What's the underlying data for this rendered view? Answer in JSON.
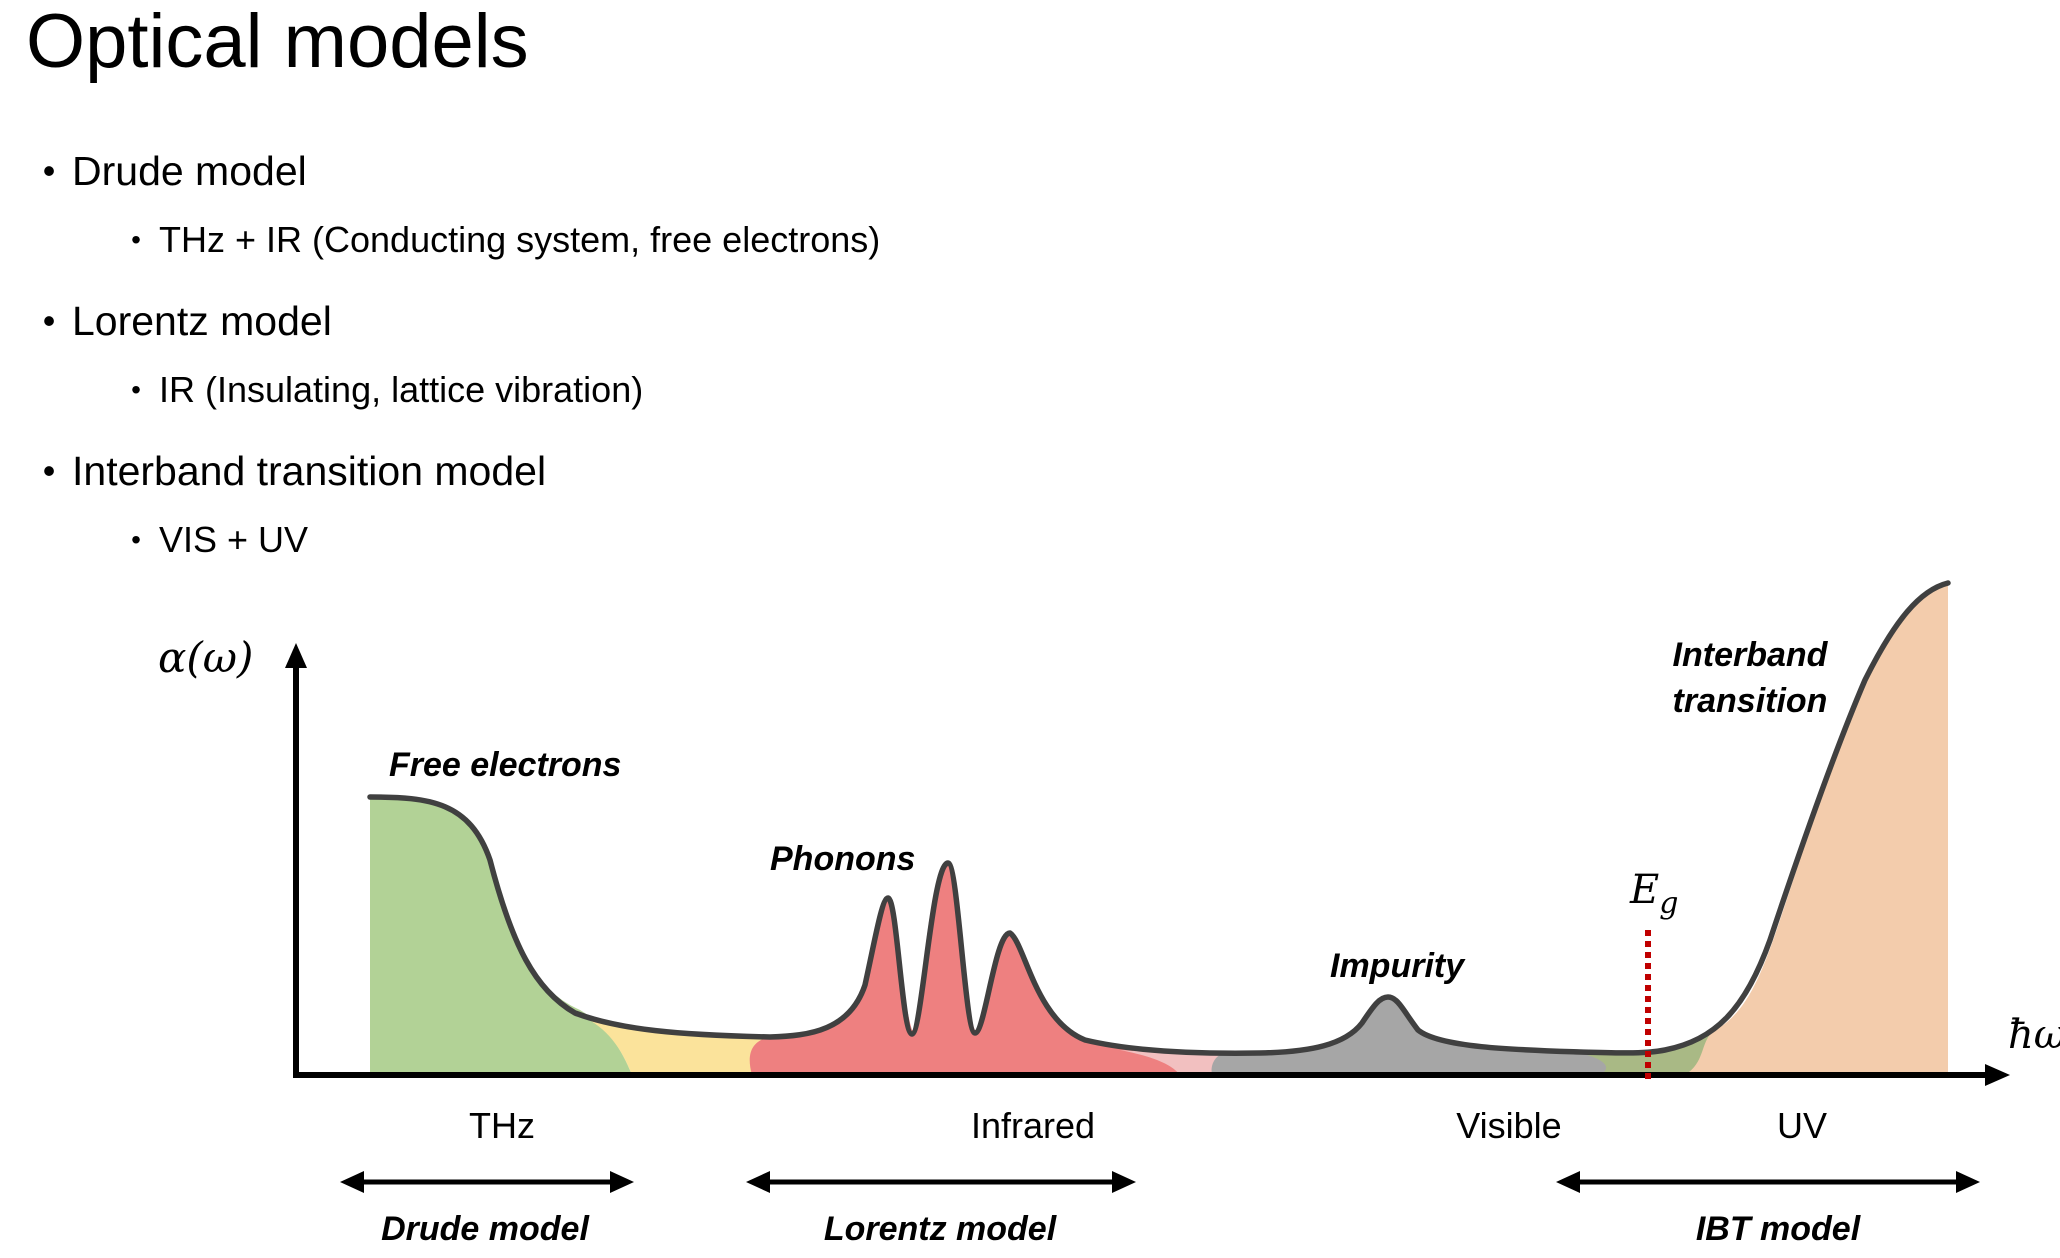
{
  "title": "Optical models",
  "bullets": [
    {
      "label": "Drude model",
      "sub": "THz + IR (Conducting system, free electrons)"
    },
    {
      "label": "Lorentz model",
      "sub": "IR (Insulating, lattice vibration)"
    },
    {
      "label": "Interband transition model",
      "sub": "VIS + UV"
    }
  ],
  "bullet_glyph": "•",
  "diagram": {
    "y_axis_label": "α(ω)",
    "x_axis_label": "ħω",
    "peak_labels": {
      "free_electrons": "Free electrons",
      "phonons": "Phonons",
      "impurity": "Impurity",
      "interband_line1": "Interband",
      "interband_line2": "transition"
    },
    "band_gap_label": "E",
    "band_gap_subscript": "g",
    "regions": {
      "thz": "THz",
      "infrared": "Infrared",
      "visible": "Visible",
      "uv": "UV"
    },
    "model_ranges": {
      "drude": "Drude model",
      "lorentz": "Lorentz model",
      "ibt": "IBT model"
    },
    "colors": {
      "curve": "#404040",
      "free_electrons_fill": "#b2d296",
      "thz_ir_transition_fill": "#fbe39b",
      "phonons_fill": "#ee8080",
      "phonon_tail_fill": "#f2c0c0",
      "impurity_fill": "#a6a6a6",
      "visible_uv_transition_fill": "#a9b985",
      "interband_fill": "#f3ccac",
      "band_gap_line": "#c00000",
      "axis": "#000000"
    }
  }
}
